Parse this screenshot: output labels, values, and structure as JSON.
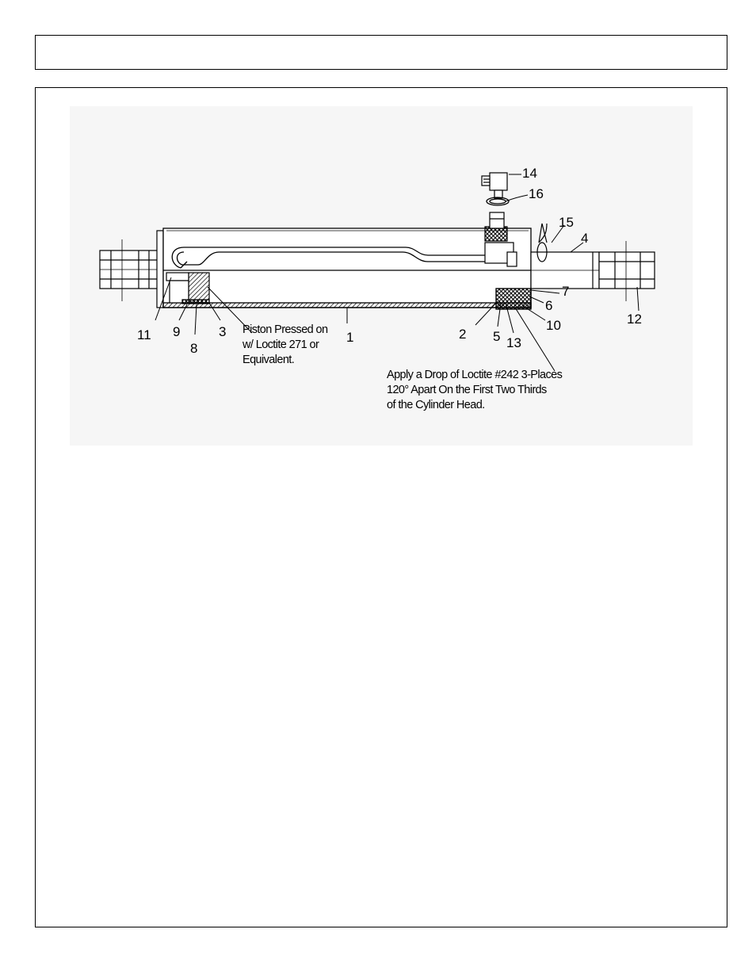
{
  "header": {
    "title": ""
  },
  "diagram": {
    "callouts": [
      "1",
      "2",
      "3",
      "4",
      "5",
      "6",
      "7",
      "8",
      "9",
      "10",
      "11",
      "12",
      "13",
      "14",
      "15",
      "16"
    ],
    "notes": {
      "piston": [
        "Piston Pressed on",
        "w/ Loctite 271 or",
        "Equivalent."
      ],
      "loctite": [
        "Apply a Drop of Loctite #242 3-Places",
        "120° Apart On the First Two Thirds",
        "of the Cylinder Head."
      ]
    }
  }
}
